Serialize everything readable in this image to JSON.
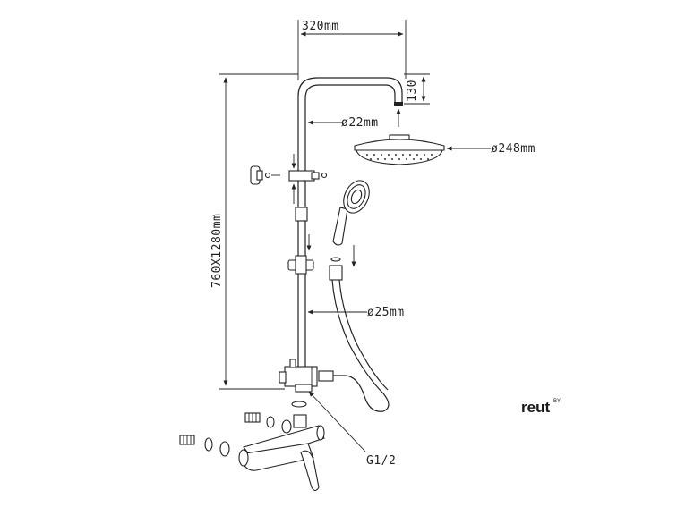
{
  "dimensions": {
    "width_label": "320mm",
    "arm_drop_label": "130",
    "pipe_upper_label": "ø22mm",
    "head_diameter_label": "ø248mm",
    "height_label": "760X1280mm",
    "pipe_lower_label": "ø25mm",
    "thread_label": "G1/2"
  },
  "brand": {
    "logo_text": "reut",
    "logo_mark": "BY"
  }
}
